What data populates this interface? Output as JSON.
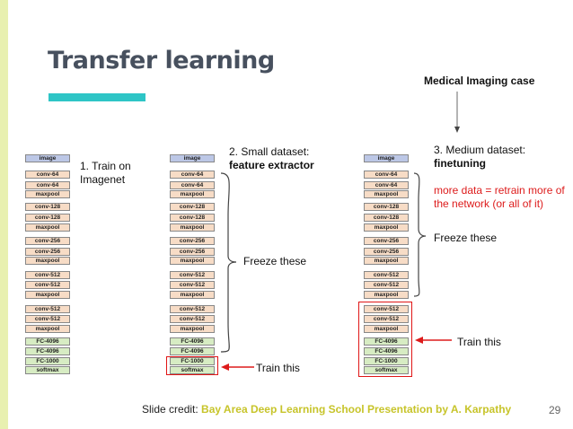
{
  "slide": {
    "title": "Transfer learning",
    "medical_label": "Medical Imaging case",
    "page_number": "29",
    "credit_prefix": "Slide credit: ",
    "credit_text": "Bay Area Deep Learning School Presentation by A. Karpathy",
    "colors": {
      "accent": "#2ec5c6",
      "left_bar": "#e8f0b0",
      "red": "#dd1b1b",
      "credit": "#c7c42a"
    }
  },
  "network_layers": [
    "image",
    "conv-64",
    "conv-64",
    "maxpool",
    "conv-128",
    "conv-128",
    "maxpool",
    "conv-256",
    "conv-256",
    "maxpool",
    "conv-512",
    "conv-512",
    "maxpool",
    "conv-512",
    "conv-512",
    "maxpool",
    "FC-4096",
    "FC-4096",
    "FC-1000",
    "softmax"
  ],
  "columns": [
    {
      "step_line1": "1. Train on",
      "step_line2": "Imagenet"
    },
    {
      "step_line1": "2. Small dataset:",
      "step_line2": "feature extractor",
      "freeze_label": "Freeze these",
      "train_label": "Train this"
    },
    {
      "step_line1": "3. Medium dataset:",
      "step_line2": "finetuning",
      "note_line1": "more data = retrain more of",
      "note_line2": "the network (or all of it)",
      "freeze_label": "Freeze these",
      "train_label": "Train this"
    }
  ]
}
